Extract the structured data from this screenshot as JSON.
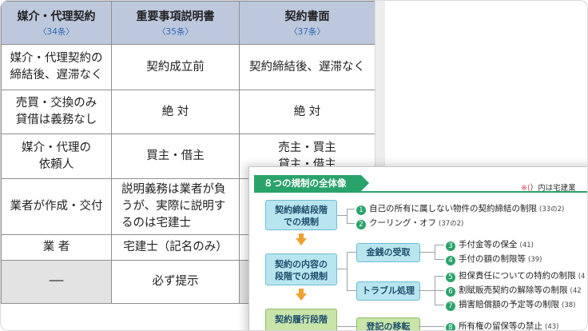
{
  "table": {
    "headers": [
      {
        "title": "媒介・代理契約",
        "article": "〈34条〉"
      },
      {
        "title": "重要事項説明書",
        "article": "〈35条〉"
      },
      {
        "title": "契約書面",
        "article": "〈37条〉"
      }
    ],
    "rows": [
      {
        "c1": [
          "媒介・代理契約の",
          "締結後、遅滞なく"
        ],
        "c2": [
          "契約成立前"
        ],
        "c3": [
          "契約締結後、遅滞なく"
        ]
      },
      {
        "c1": [
          "売買・交換のみ",
          "貸借は義務なし"
        ],
        "c2": [
          "絶 対"
        ],
        "c3": [
          "絶 対"
        ]
      },
      {
        "c1": [
          "媒介・代理の",
          "依頼人"
        ],
        "c2": [
          "買主・借主"
        ],
        "c3": [
          "売主・買主",
          "貸主・借主"
        ]
      },
      {
        "c1": [
          "業者が作成・交付"
        ],
        "c2": [
          "説明義務は業者が負",
          "うが、実際に説明す",
          "るのは宅建士"
        ],
        "c3": [
          ""
        ]
      },
      {
        "c1": [
          "業 者"
        ],
        "c2": [
          "宅建士（記名のみ）"
        ],
        "c3": [
          ""
        ]
      },
      {
        "c1": [
          "──"
        ],
        "c2": [
          "必ず提示"
        ],
        "c3": [
          ""
        ]
      }
    ]
  },
  "card": {
    "title": "８つの規制の全体像",
    "note_mark": "※(",
    "note_text": "）内は宅建業",
    "stages": [
      {
        "line1": "契約締結段階",
        "line2": "での規制"
      },
      {
        "line1": "契約の内容の",
        "line2": "段階での規制"
      },
      {
        "line1": "契約履行段階",
        "line2": ""
      }
    ],
    "subs": [
      "金銭の受取",
      "トラブル処理",
      "登記の移転"
    ],
    "items": [
      {
        "n": "1",
        "text": "自己の所有に属しない物件の契約締結の制限",
        "ref": "(33の2)"
      },
      {
        "n": "2",
        "text": "クーリング・オフ",
        "ref": "(37の2)"
      },
      {
        "n": "3",
        "text": "手付金等の保全",
        "ref": "(41)"
      },
      {
        "n": "4",
        "text": "手付の額の制限等",
        "ref": "(39)"
      },
      {
        "n": "5",
        "text": "担保責任についての特約の制限",
        "ref": "(4"
      },
      {
        "n": "6",
        "text": "割賦販売契約の解除等の制限",
        "ref": "(42"
      },
      {
        "n": "7",
        "text": "損害賠償額の予定等の制限",
        "ref": "(38)"
      },
      {
        "n": "8",
        "text": "所有権の留保等の禁止",
        "ref": "(43)"
      }
    ]
  }
}
